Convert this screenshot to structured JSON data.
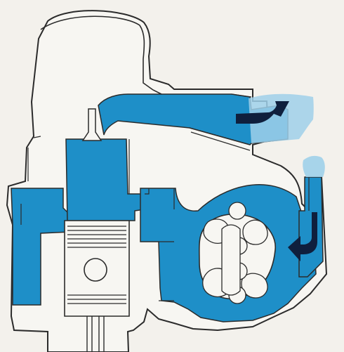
{
  "colors": {
    "background": "#f3f1ec",
    "outline": "#2b2b2b",
    "coolant_blue": "#1e8fc8",
    "light_blue": "#9fd0ea",
    "paper": "#f7f6f2",
    "arrow": "#0f1f3d"
  },
  "elements": [
    {
      "name": "engine-outline",
      "kind": "outline"
    },
    {
      "name": "water-jacket",
      "kind": "coolant"
    },
    {
      "name": "cylinder",
      "kind": "coolant"
    },
    {
      "name": "exhaust-port",
      "kind": "coolant"
    },
    {
      "name": "exhaust-valve",
      "kind": "part"
    },
    {
      "name": "piston",
      "kind": "part"
    },
    {
      "name": "wrist-pin",
      "kind": "part"
    },
    {
      "name": "connecting-rod",
      "kind": "part"
    },
    {
      "name": "rotor-housing",
      "kind": "coolant"
    },
    {
      "name": "rotor",
      "kind": "part"
    },
    {
      "name": "exhaust-flow-arrow",
      "kind": "arrow"
    },
    {
      "name": "intake-flow-arrow",
      "kind": "arrow"
    }
  ]
}
